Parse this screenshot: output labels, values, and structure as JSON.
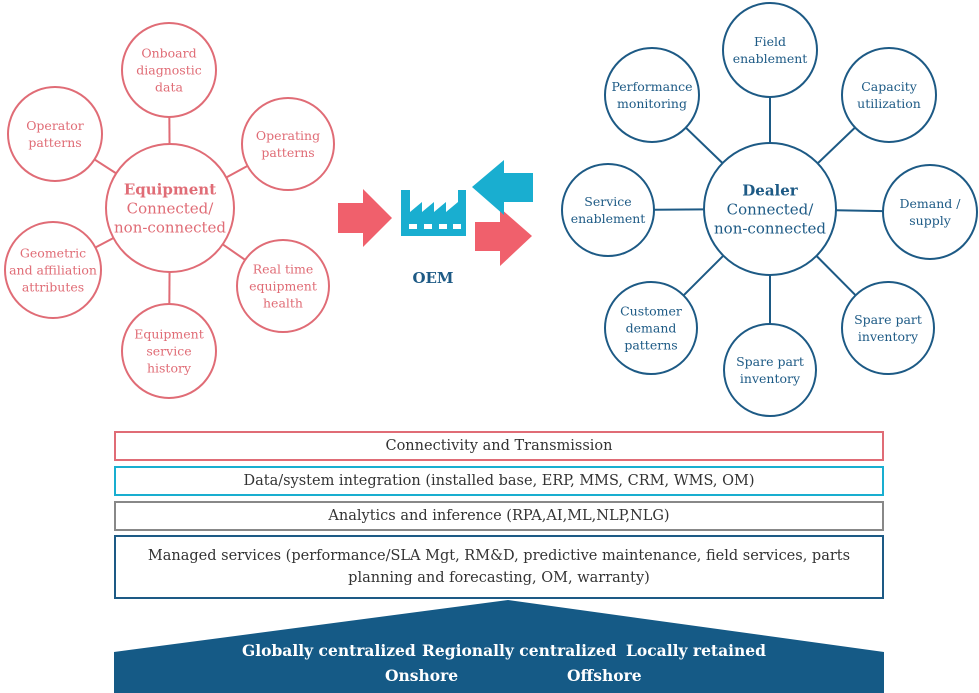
{
  "colors": {
    "equipment": "#e06c76",
    "dealer": "#1d5a85",
    "oem": "#19aed0",
    "gray": "#888888",
    "base": "#155a86"
  },
  "equipment": {
    "center": {
      "title": "Equipment",
      "lines": [
        "Connected/",
        "non-connected"
      ]
    },
    "nodes": [
      {
        "lines": [
          "Onboard",
          "diagnostic",
          "data"
        ]
      },
      {
        "lines": [
          "Operator",
          "patterns"
        ]
      },
      {
        "lines": [
          "Operating",
          "patterns"
        ]
      },
      {
        "lines": [
          "Geometric",
          "and affiliation",
          "attributes"
        ]
      },
      {
        "lines": [
          "Real time",
          "equipment",
          "health"
        ]
      },
      {
        "lines": [
          "Equipment",
          "service",
          "history"
        ]
      }
    ]
  },
  "oem": {
    "label": "OEM",
    "icon": "factory-icon"
  },
  "dealer": {
    "center": {
      "title": "Dealer",
      "lines": [
        "Connected/",
        "non-connected"
      ]
    },
    "nodes": [
      {
        "lines": [
          "Field",
          "enablement"
        ]
      },
      {
        "lines": [
          "Performance",
          "monitoring"
        ]
      },
      {
        "lines": [
          "Capacity",
          "utilization"
        ]
      },
      {
        "lines": [
          "Service",
          "enablement"
        ]
      },
      {
        "lines": [
          "Demand /",
          "supply"
        ]
      },
      {
        "lines": [
          "Customer",
          "demand",
          "patterns"
        ]
      },
      {
        "lines": [
          "Spare part",
          "inventory"
        ]
      },
      {
        "lines": [
          "Spare part",
          "inventory"
        ]
      }
    ]
  },
  "layers": {
    "connectivity": "Connectivity and Transmission",
    "integration": "Data/system integration (installed base, ERP, MMS, CRM, WMS, OM)",
    "analytics": "Analytics and inference (RPA,AI,ML,NLP,NLG)",
    "managed_line1": "Managed services (performance/SLA Mgt, RM&D, predictive maintenance, field services, parts",
    "managed_line2": "planning and forecasting, OM, warranty)"
  },
  "base": {
    "globally": "Globally centralized",
    "regionally": "Regionally  centralized",
    "locally": "Locally retained",
    "onshore": "Onshore",
    "offshore": "Offshore"
  }
}
